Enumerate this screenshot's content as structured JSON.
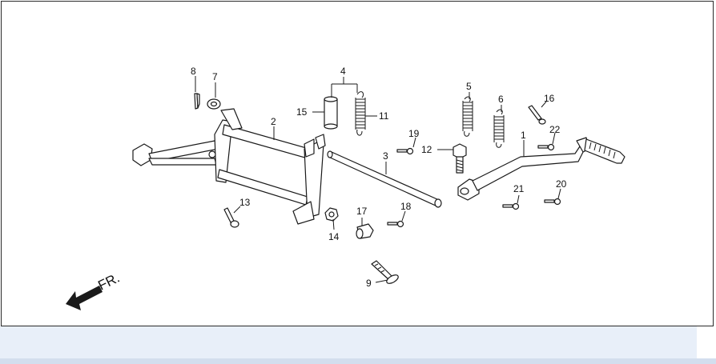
{
  "diagram": {
    "direction_label": "FR.",
    "callouts": [
      {
        "id": "c1",
        "text": "1"
      },
      {
        "id": "c2",
        "text": "2"
      },
      {
        "id": "c3",
        "text": "3"
      },
      {
        "id": "c4",
        "text": "4"
      },
      {
        "id": "c5",
        "text": "5"
      },
      {
        "id": "c6",
        "text": "6"
      },
      {
        "id": "c7",
        "text": "7"
      },
      {
        "id": "c8",
        "text": "8"
      },
      {
        "id": "c9",
        "text": "9"
      },
      {
        "id": "c11",
        "text": "11"
      },
      {
        "id": "c12",
        "text": "12"
      },
      {
        "id": "c13",
        "text": "13"
      },
      {
        "id": "c14",
        "text": "14"
      },
      {
        "id": "c15",
        "text": "15"
      },
      {
        "id": "c16",
        "text": "16"
      },
      {
        "id": "c17",
        "text": "17"
      },
      {
        "id": "c18",
        "text": "18"
      },
      {
        "id": "c19",
        "text": "19"
      },
      {
        "id": "c20",
        "text": "20"
      },
      {
        "id": "c21",
        "text": "21"
      },
      {
        "id": "c22",
        "text": "22"
      }
    ]
  },
  "colors": {
    "line": "#1a1a1a",
    "footer_band": "#e8eff9",
    "footer_strip": "#d3deee"
  }
}
